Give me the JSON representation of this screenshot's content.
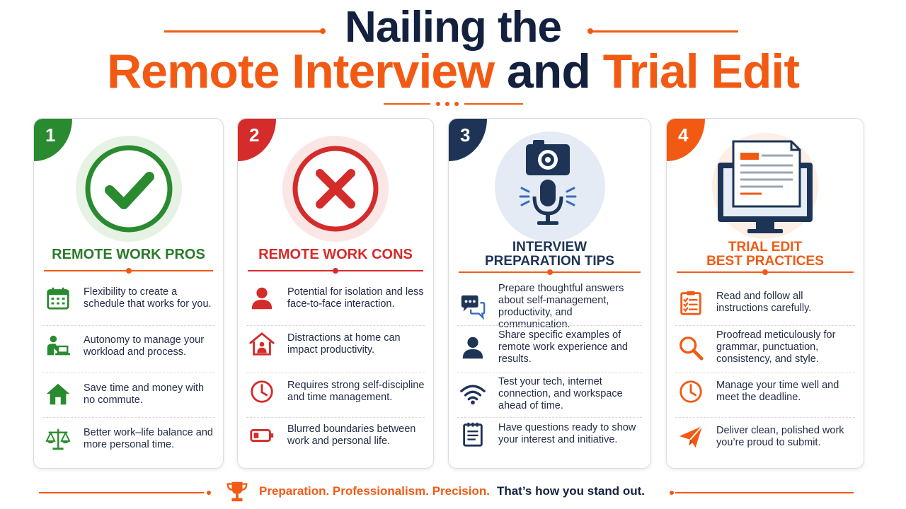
{
  "header": {
    "title_line1": "Nailing the",
    "title_part_a": "Remote Interview",
    "title_part_b": "and",
    "title_part_c": "Trial Edit"
  },
  "colors": {
    "accent": "#f25a14",
    "navy": "#13213f",
    "green": "#2a8a2f",
    "red": "#d42b2b",
    "blue_navy": "#1e3457",
    "orange": "#f25a14"
  },
  "cards": [
    {
      "number": "1",
      "title": "REMOTE WORK PROS",
      "hero_icon": "checkmark-circle-icon",
      "items": [
        {
          "icon": "calendar-icon",
          "text": "Flexibility to create a schedule that works for you."
        },
        {
          "icon": "person-at-laptop-icon",
          "text": "Autonomy to manage your workload and process."
        },
        {
          "icon": "home-icon",
          "text": "Save time and money with no commute."
        },
        {
          "icon": "balance-scale-icon",
          "text": "Better work–life balance and more personal time."
        }
      ]
    },
    {
      "number": "2",
      "title": "REMOTE WORK CONS",
      "hero_icon": "x-circle-icon",
      "items": [
        {
          "icon": "person-icon",
          "text": "Potential for isolation and less face-to-face interaction."
        },
        {
          "icon": "house-person-icon",
          "text": "Distractions at home can impact productivity."
        },
        {
          "icon": "clock-icon",
          "text": "Requires strong self-discipline and time management."
        },
        {
          "icon": "low-battery-icon",
          "text": "Blurred boundaries between work and personal life."
        }
      ]
    },
    {
      "number": "3",
      "title_line1": "INTERVIEW",
      "title_line2": "PREPARATION TIPS",
      "hero_icon": "camera-microphone-icon",
      "items": [
        {
          "icon": "chat-bubbles-icon",
          "text": "Prepare thoughtful answers about self-management, productivity, and communication."
        },
        {
          "icon": "person-icon",
          "text": "Share specific examples of remote work experience and results."
        },
        {
          "icon": "wifi-icon",
          "text": "Test your tech, internet connection, and workspace ahead of time."
        },
        {
          "icon": "notepad-icon",
          "text": "Have questions ready to show your interest and initiative."
        }
      ]
    },
    {
      "number": "4",
      "title_line1": "TRIAL EDIT",
      "title_line2": "BEST PRACTICES",
      "hero_icon": "monitor-document-icon",
      "items": [
        {
          "icon": "clipboard-checklist-icon",
          "text": "Read and follow all instructions carefully."
        },
        {
          "icon": "magnifier-icon",
          "text": "Proofread meticulously for grammar, punctuation, consistency, and style."
        },
        {
          "icon": "clock-icon",
          "text": "Manage your time well and meet the deadline."
        },
        {
          "icon": "paper-plane-icon",
          "text": "Deliver clean, polished work you’re proud to submit."
        }
      ]
    }
  ],
  "footer": {
    "icon": "trophy-icon",
    "tagline": "Preparation. Professionalism. Precision.",
    "tagline_suffix": "That’s how you stand out."
  }
}
